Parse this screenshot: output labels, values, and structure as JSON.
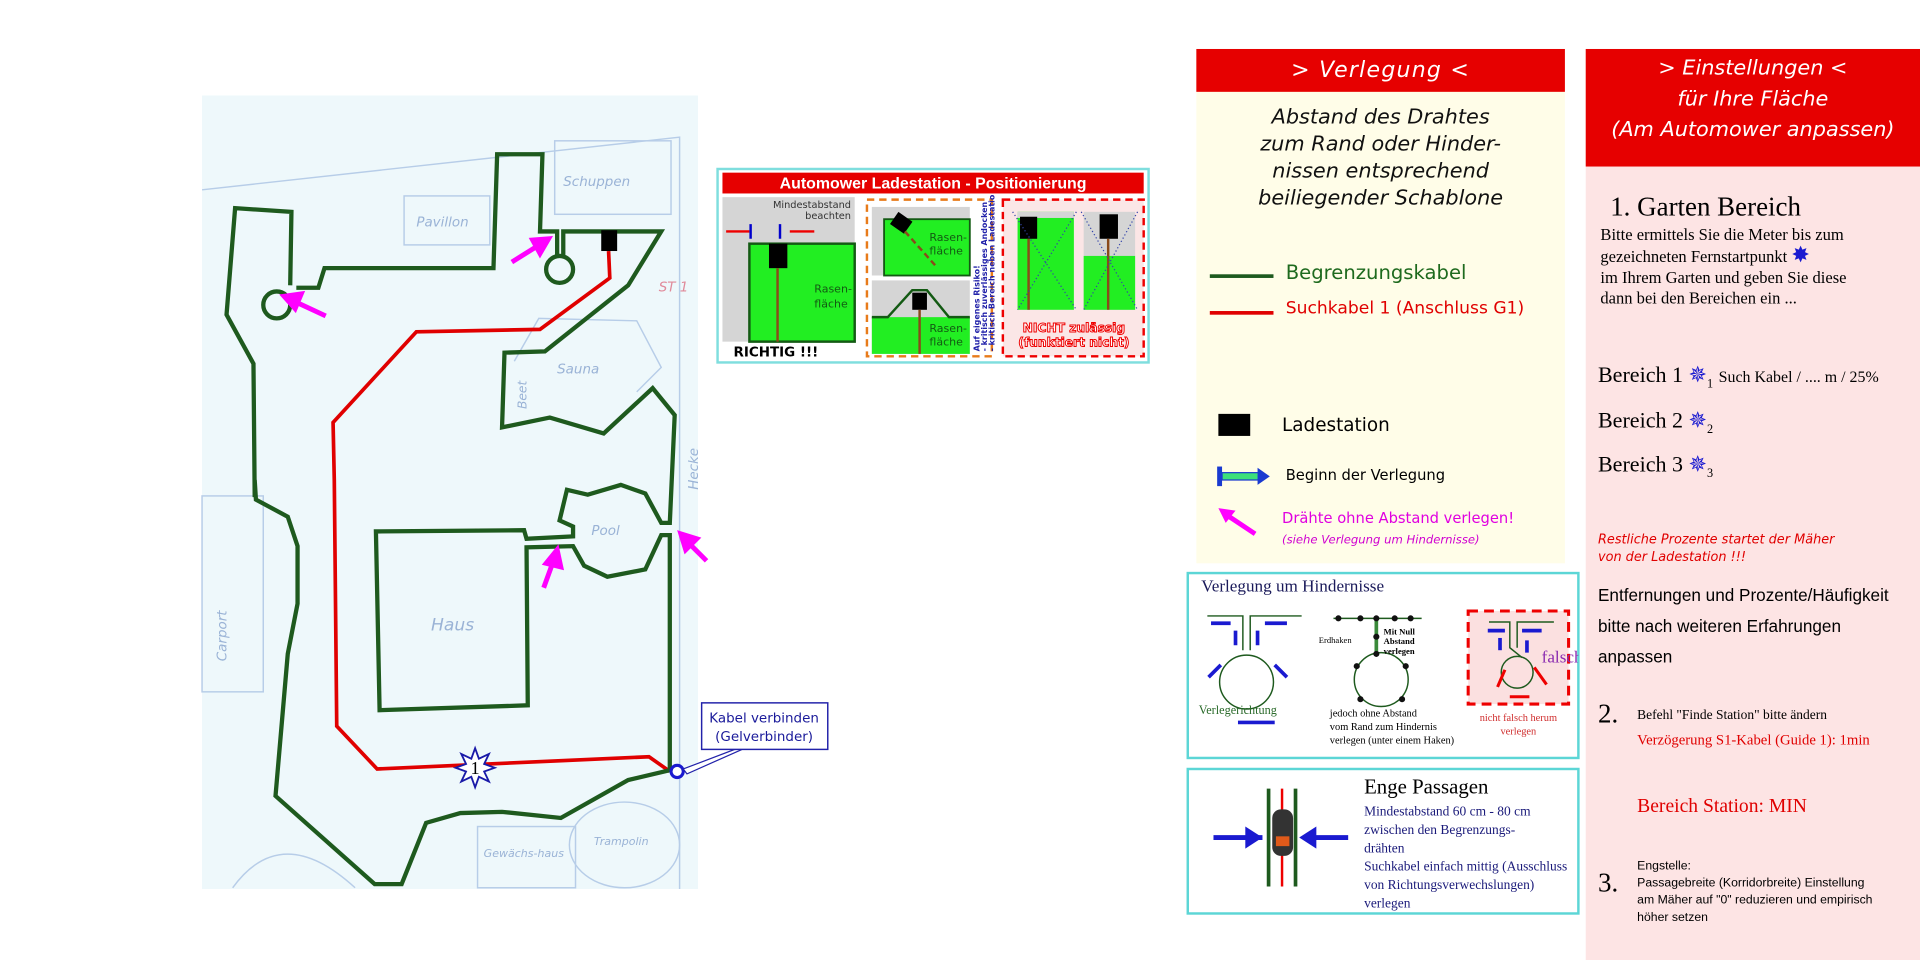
{
  "sketch": {
    "labels": {
      "shed": "Schuppen",
      "pavilion": "Pavillon",
      "sauna": "Sauna",
      "bed": "Beet",
      "pool": "Pool",
      "house": "Haus",
      "carport": "Carport",
      "greenhouse": "Gewächs-haus",
      "trampoline": "Trampolin",
      "hedge": "Hecke",
      "note": "ST 1"
    },
    "start_point_number": "1",
    "connector_callout": [
      "Kabel verbinden",
      "(Gelverbinder)"
    ]
  },
  "ladestation": {
    "title": "Automower Ladestation - Positionierung",
    "min_distance": [
      "Mindestabstand",
      "beachten"
    ],
    "lawn": [
      "Rasen-",
      "fläche"
    ],
    "correct": "RICHTIG !!!",
    "risk": [
      "Auf eigenes Risiko!",
      "- kritisch zuverlässiges Andocken",
      "- kritisch Bereich neben Ladestation"
    ],
    "not_allowed": [
      "NICHT zulässig",
      "(funktiert nicht)"
    ]
  },
  "verlegung": {
    "header": "> Verlegung <",
    "intro": [
      "Abstand des Drahtes",
      "zum Rand oder Hinder-",
      "nissen entsprechend",
      "beiliegender Schablone"
    ],
    "legend": {
      "boundary": "Begrenzungskabel",
      "guide": "Suchkabel 1 (Anschluss G1)",
      "station": "Ladestation",
      "start": "Beginn der Verlegung",
      "no_gap": "Drähte ohne Abstand verlegen!",
      "no_gap_note": "(siehe Verlegung um Hindernisse)"
    },
    "colors": {
      "boundary": "#1e5a1e",
      "guide": "#e00000",
      "arrow": "#ff00ff",
      "header": "#e60000"
    }
  },
  "obstacles": {
    "title": "Verlegung um Hindernisse",
    "direction": "Verlegerichtung",
    "hook": "Erdhaken",
    "zero_gap": [
      "Mit Null",
      "Abstand",
      "verlegen"
    ],
    "note": [
      "jedoch ohne Abstand",
      "vom Rand zum Hindernis",
      "verlegen (unter einem Haken)"
    ],
    "wrong": "falsch",
    "wrong_note": [
      "nicht falsch herum",
      "verlegen"
    ]
  },
  "passages": {
    "title": "Enge Passagen",
    "lines": [
      "Mindestabstand 60 cm - 80 cm",
      "zwischen den Begrenzungs-",
      "drähten",
      "Suchkabel einfach mittig (Ausschluss",
      "von Richtungsverwechslungen) verlegen"
    ]
  },
  "einstellungen": {
    "header": [
      "> Einstellungen <",
      "für Ihre Fläche",
      "(Am Automower anpassen)"
    ],
    "s1_title": "1. Garten Bereich",
    "s1_text": [
      "Bitte ermittels Sie die Meter bis zum",
      "gezeichneten Fernstartpunkt",
      "im Ihrem Garten und geben Sie diese",
      "dann bei den Bereichen ein ..."
    ],
    "areas": [
      {
        "label": "Bereich 1",
        "num": "1",
        "note": "Such Kabel / .... m / 25%"
      },
      {
        "label": "Bereich 2",
        "num": "2",
        "note": ""
      },
      {
        "label": "Bereich 3",
        "num": "3",
        "note": ""
      }
    ],
    "rest": [
      "Restliche Prozente  startet der Mäher",
      "von der Ladestation !!!"
    ],
    "adjust": [
      "Entfernungen und Prozente/Häufigkeit",
      "bitte nach weiteren Erfahrungen anpassen"
    ],
    "s2_num": "2.",
    "s2_text": "Befehl \"Finde Station\" bitte ändern",
    "s2_red": "Verzögerung S1-Kabel (Guide 1): 1min",
    "station_area": "Bereich Station: MIN",
    "s3_num": "3.",
    "s3_text": [
      "Engstelle:",
      "Passagebreite (Korridorbreite) Einstellung",
      "am Mäher auf \"0\" reduzieren und empirisch",
      "höher setzen"
    ]
  }
}
